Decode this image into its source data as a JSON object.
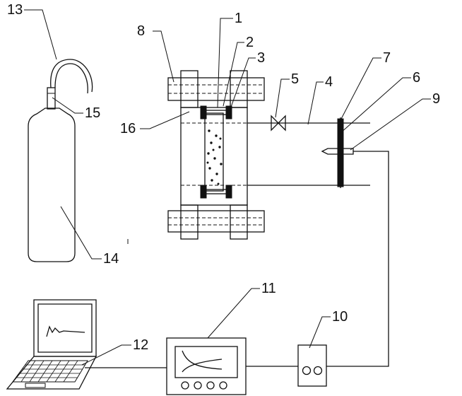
{
  "labels": {
    "l1": "1",
    "l2": "2",
    "l3": "3",
    "l4": "4",
    "l5": "5",
    "l6": "6",
    "l7": "7",
    "l8": "8",
    "l9": "9",
    "l10": "10",
    "l11": "11",
    "l12": "12",
    "l13": "13",
    "l14": "14",
    "l15": "15",
    "l16": "16"
  },
  "colors": {
    "ink": "#111111",
    "background": "#ffffff"
  }
}
